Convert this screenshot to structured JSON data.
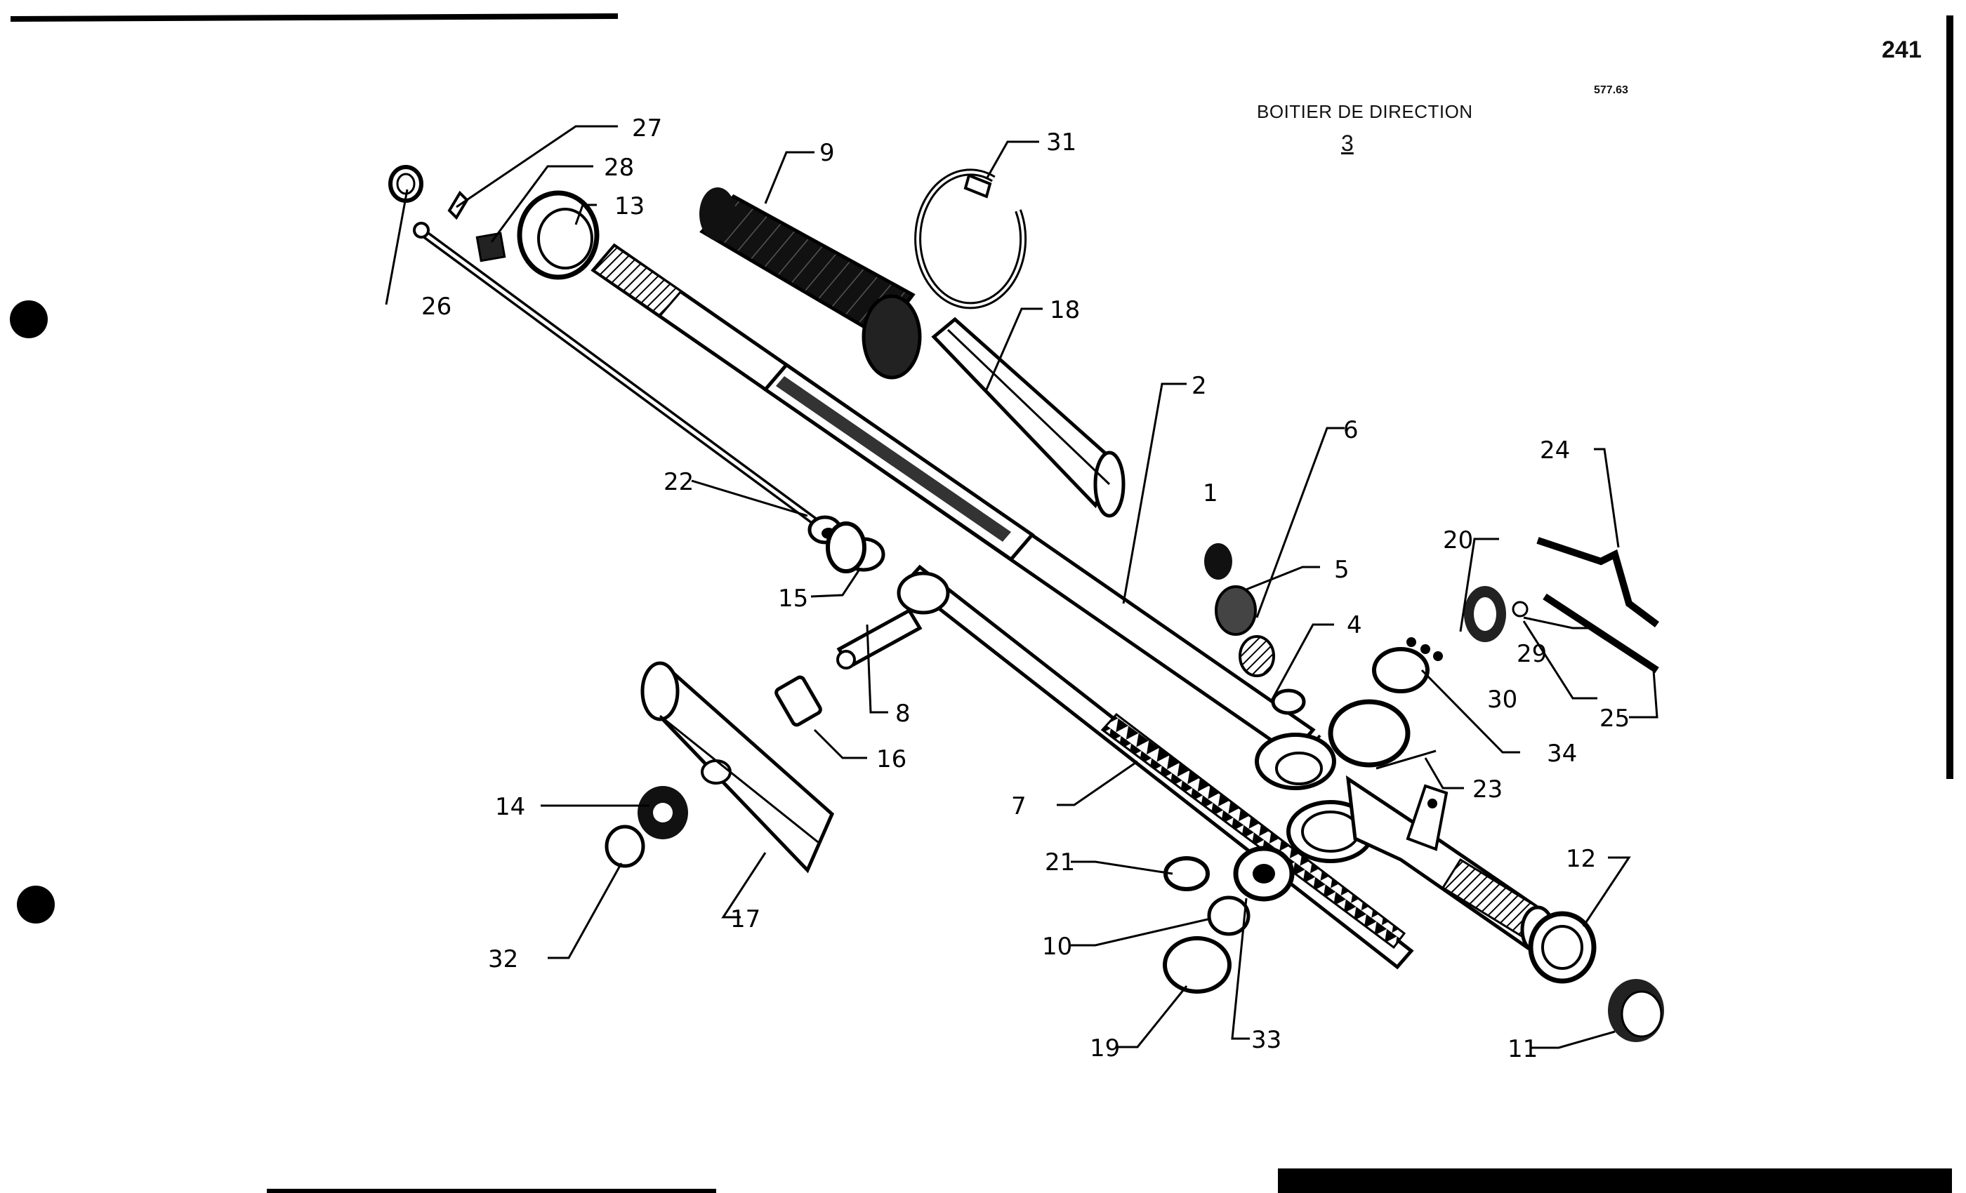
{
  "header": {
    "page_number": "241",
    "reference": "577.63",
    "title": "BOITIER DE DIRECTION",
    "subtitle": "3"
  },
  "callouts": [
    "1",
    "2",
    "4",
    "5",
    "6",
    "7",
    "8",
    "9",
    "10",
    "11",
    "12",
    "13",
    "14",
    "15",
    "16",
    "17",
    "18",
    "19",
    "20",
    "21",
    "22",
    "23",
    "24",
    "25",
    "26",
    "27",
    "28",
    "29",
    "30",
    "31",
    "32",
    "33",
    "34"
  ]
}
